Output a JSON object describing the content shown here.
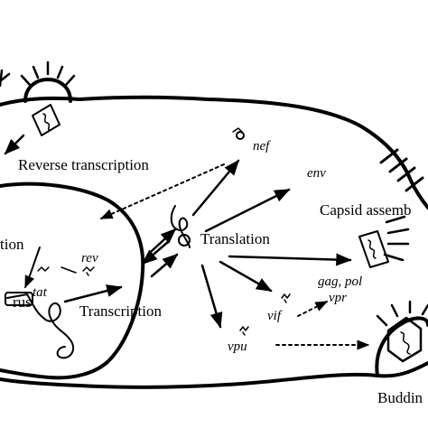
{
  "labels": {
    "reverse_transcription": "Reverse transcription",
    "nef": "nef",
    "env": "env",
    "capsid_assembly": "Capsid assemb",
    "translation": "Translation",
    "rev": "rev",
    "tat": "tat",
    "integration_fragment": "tion",
    "nucleus_fragment": "rus",
    "transcription": "Transcription",
    "gag_pol": "gag, pol",
    "vpr": "vpr",
    "vif": "vif",
    "vpu": "vpu",
    "budding_fragment": "Buddin"
  },
  "colors": {
    "ink": "#000000",
    "background": "#ffffff"
  }
}
